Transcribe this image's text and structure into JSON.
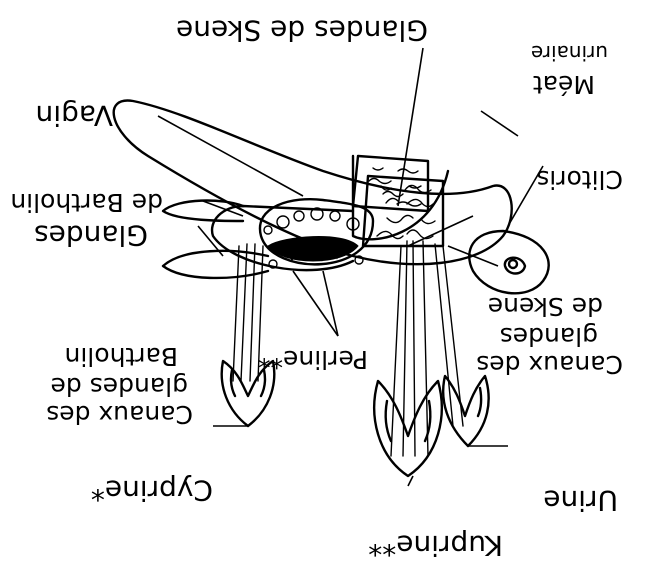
{
  "labels": {
    "glandes_de_skene": "Glandes de Skene",
    "meat_urinaire_1": "Méat",
    "meat_urinaire_2": "urinaire",
    "vagin": "Vagin",
    "clitoris": "Clitoris",
    "glandes_bartholin_1": "Glandes",
    "glandes_bartholin_2": "de Bartholin",
    "canaux_skene_1": "Canaux des",
    "canaux_skene_2": "glandes",
    "canaux_skene_3": "de Skene",
    "perline": "Perline**",
    "canaux_bartholin_1": "Canaux des",
    "canaux_bartholin_2": "glandes de",
    "canaux_bartholin_3": "Bartholin",
    "cyprine": "Cyprine*",
    "kuprine": "Kuprine**",
    "urine": "Urine"
  },
  "orientation": "upside-down (rotated 180°)"
}
